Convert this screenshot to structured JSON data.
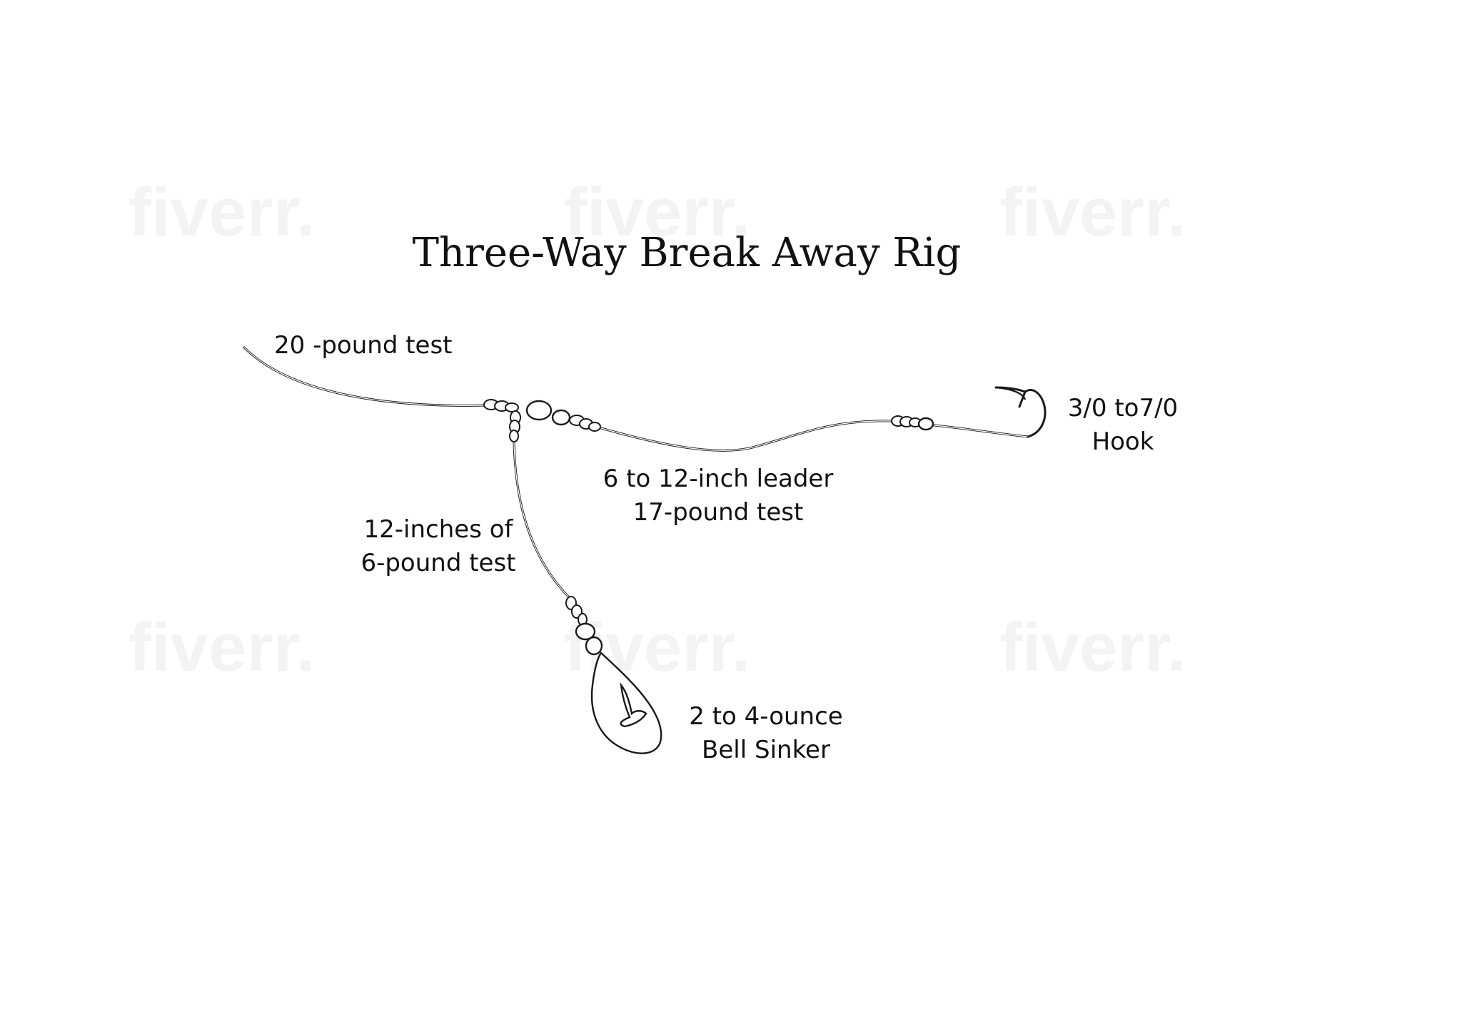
{
  "diagram": {
    "title": "Three-Way Break Away Rig",
    "labels": {
      "main_line": "20 -pound test",
      "hook_size": "3/0 to7/0",
      "hook": "Hook",
      "leader_length": "6 to 12-inch leader",
      "leader_test": "17-pound test",
      "dropper_length": "12-inches of",
      "dropper_test": "6-pound test",
      "sinker_weight": "2 to 4-ounce",
      "sinker_type": "Bell Sinker"
    },
    "watermark": "fiverr."
  }
}
